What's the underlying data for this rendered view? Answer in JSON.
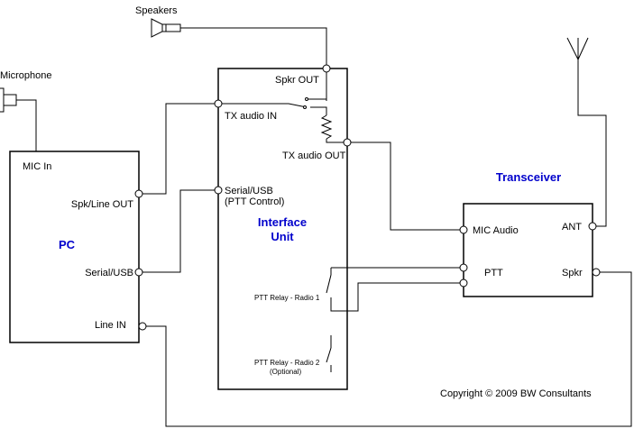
{
  "colors": {
    "title": "#0000cc",
    "line": "#000000",
    "background": "#ffffff"
  },
  "labels": {
    "speakers": "Speakers",
    "microphone": "Microphone",
    "copyright": "Copyright © 2009 BW Consultants"
  },
  "pc": {
    "title": "PC",
    "mic_in": "MIC In",
    "spk_line_out": "Spk/Line OUT",
    "serial_usb": "Serial/USB",
    "line_in": "Line IN"
  },
  "interface": {
    "title_line1": "Interface",
    "title_line2": "Unit",
    "spkr_out": "Spkr OUT",
    "tx_audio_in": "TX audio IN",
    "tx_audio_out": "TX audio OUT",
    "serial_usb_line1": "Serial/USB",
    "serial_usb_line2": "(PTT Control)",
    "relay1": "PTT Relay - Radio 1",
    "relay2_line1": "PTT Relay - Radio 2",
    "relay2_line2": "(Optional)"
  },
  "transceiver": {
    "title": "Transceiver",
    "mic_audio": "MIC Audio",
    "ant": "ANT",
    "ptt": "PTT",
    "spkr": "Spkr"
  }
}
